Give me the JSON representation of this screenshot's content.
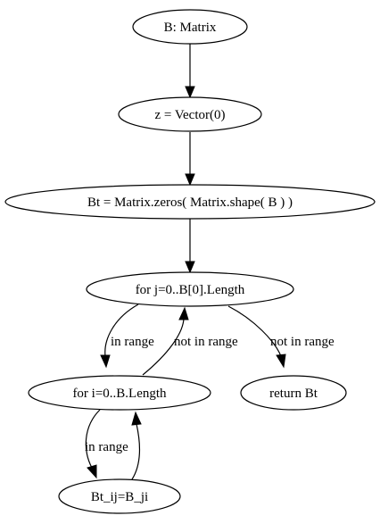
{
  "diagram": {
    "nodes": [
      {
        "id": "input_b",
        "label": "B: Matrix"
      },
      {
        "id": "init_z",
        "label": "z = Vector(0)"
      },
      {
        "id": "init_bt",
        "label": "Bt = Matrix.zeros( Matrix.shape( B ) )"
      },
      {
        "id": "loop_j",
        "label": "for j=0..B[0].Length"
      },
      {
        "id": "loop_i",
        "label": "for i=0..B.Length"
      },
      {
        "id": "return_bt",
        "label": "return Bt"
      },
      {
        "id": "assign",
        "label": "Bt_ij=B_ji"
      }
    ],
    "edges": [
      {
        "id": "e1",
        "from": "input_b",
        "to": "init_z",
        "label": ""
      },
      {
        "id": "e2",
        "from": "init_z",
        "to": "init_bt",
        "label": ""
      },
      {
        "id": "e3",
        "from": "init_bt",
        "to": "loop_j",
        "label": ""
      },
      {
        "id": "e4",
        "from": "loop_j",
        "to": "loop_i",
        "label": "in range"
      },
      {
        "id": "e5",
        "from": "loop_i",
        "to": "loop_j",
        "label": "not in range"
      },
      {
        "id": "e6",
        "from": "loop_j",
        "to": "return_bt",
        "label": "not in range"
      },
      {
        "id": "e7",
        "from": "loop_i",
        "to": "assign",
        "label": "in range"
      },
      {
        "id": "e8",
        "from": "assign",
        "to": "loop_i",
        "label": ""
      }
    ]
  }
}
